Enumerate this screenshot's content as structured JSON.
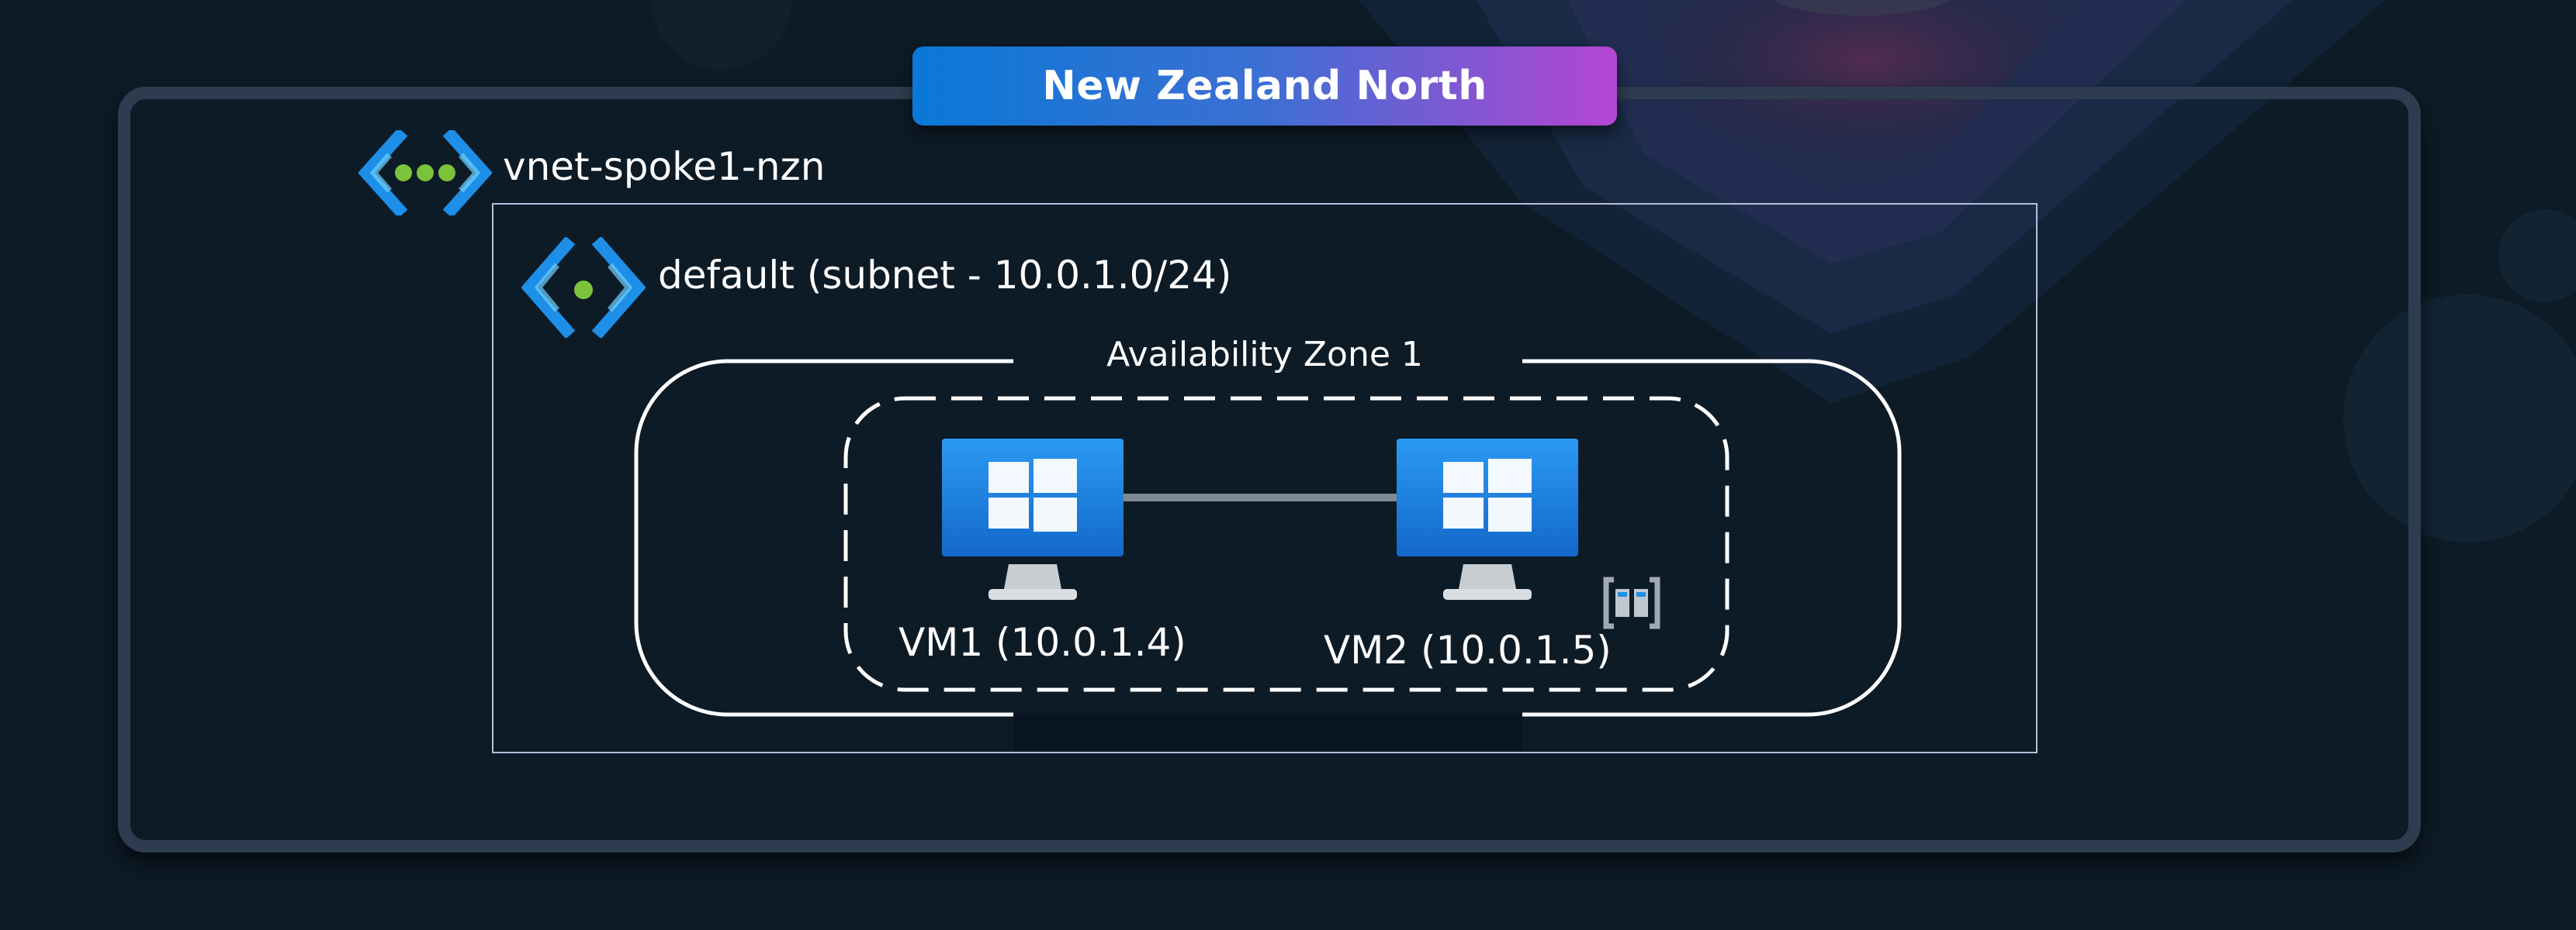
{
  "region": {
    "name": "New Zealand North"
  },
  "vnet": {
    "name": "vnet-spoke1-nzn"
  },
  "subnet": {
    "label": "default (subnet - 10.0.1.0/24)"
  },
  "availability_zone": {
    "label": "Availability Zone 1"
  },
  "vms": [
    {
      "label": "VM1 (10.0.1.4)",
      "icon": "windows-vm-icon"
    },
    {
      "label": "VM2 (10.0.1.5)",
      "icon": "windows-vm-icon"
    }
  ],
  "icons": {
    "vnet": "virtual-network-icon",
    "subnet": "subnet-icon",
    "vm_extra": "availability-set-icon"
  },
  "colors": {
    "background": "#0d1b27",
    "region_gradient_start": "#0a78d6",
    "region_gradient_end": "#b545d2",
    "frame": "#2d3d4f",
    "subnet_border": "#b7bdda",
    "icon_blue": "#1d8fe8",
    "icon_green": "#7cc33b"
  }
}
